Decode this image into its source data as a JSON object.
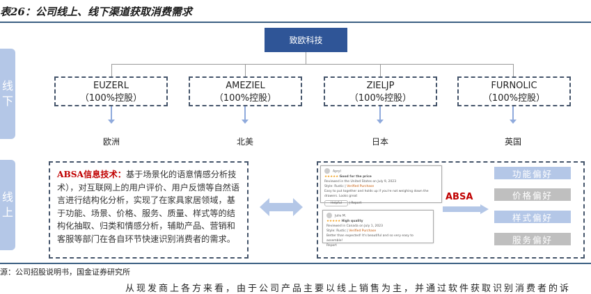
{
  "title": "表26：公司线上、线下渠道获取消费需求",
  "company": "致欧科技",
  "subsidiaries": [
    {
      "name": "EUZERL",
      "share": "（100%控股）",
      "region": "欧洲"
    },
    {
      "name": "AMEZIEL",
      "share": "（100%控股）",
      "region": "北美"
    },
    {
      "name": "ZIELJP",
      "share": "（100%控股）",
      "region": "日本"
    },
    {
      "name": "FURNOLIC",
      "share": "（100%控股）",
      "region": "英国"
    }
  ],
  "side_labels": {
    "offline": [
      "线",
      "下"
    ],
    "online": [
      "线",
      "上"
    ]
  },
  "absa_text": {
    "highlight": "ABSA信息技术：",
    "body": "基于场景化的语意情感分析技术），对互联网上的用户评价、用户反馈等自然语言进行结构化分析，实现了在家具家居领域，基于功能、场景、价格、服务、质量、样式等的结构化抽取、归类和情感分析，辅助产品、营销和客服等部门在各自环节快速识别消费者的需求。"
  },
  "reviews": [
    {
      "name": "Apryl",
      "stars": "★★★★★",
      "headline": "Good for the price",
      "meta": "Reviewed in the United States on July 9, 2023",
      "style": "Style: Rustic",
      "verified": "Verified Purchase",
      "text": "Easy to put together and holds up if you're not weighing down the drawers. Looks great",
      "helpful": "Helpful",
      "report": "Report"
    },
    {
      "name": "Julie M.",
      "stars": "★★★★★",
      "headline": "High quality",
      "meta": "Reviewed in Canada on July 1, 2023",
      "style": "Style: Rustic",
      "verified": "Verified Purchase",
      "text": "Better than expected! It's beautiful and so very easy to assemble!",
      "report": "Report"
    }
  ],
  "absa_label": "ABSA",
  "preferences": [
    {
      "label": "功能偏好",
      "color": "#b4c7e7"
    },
    {
      "label": "价格偏好",
      "color": "#bfbfbf"
    },
    {
      "label": "样式偏好",
      "color": "#b4c7e7"
    },
    {
      "label": "服务偏好",
      "color": "#bfbfbf"
    }
  ],
  "source": "源：公司招股说明书，国金证券研究所",
  "body_text": "从现发商上各方来看，由于公司产品主要以线上销售为主，并通过软件获取识别消费者的诉"
}
